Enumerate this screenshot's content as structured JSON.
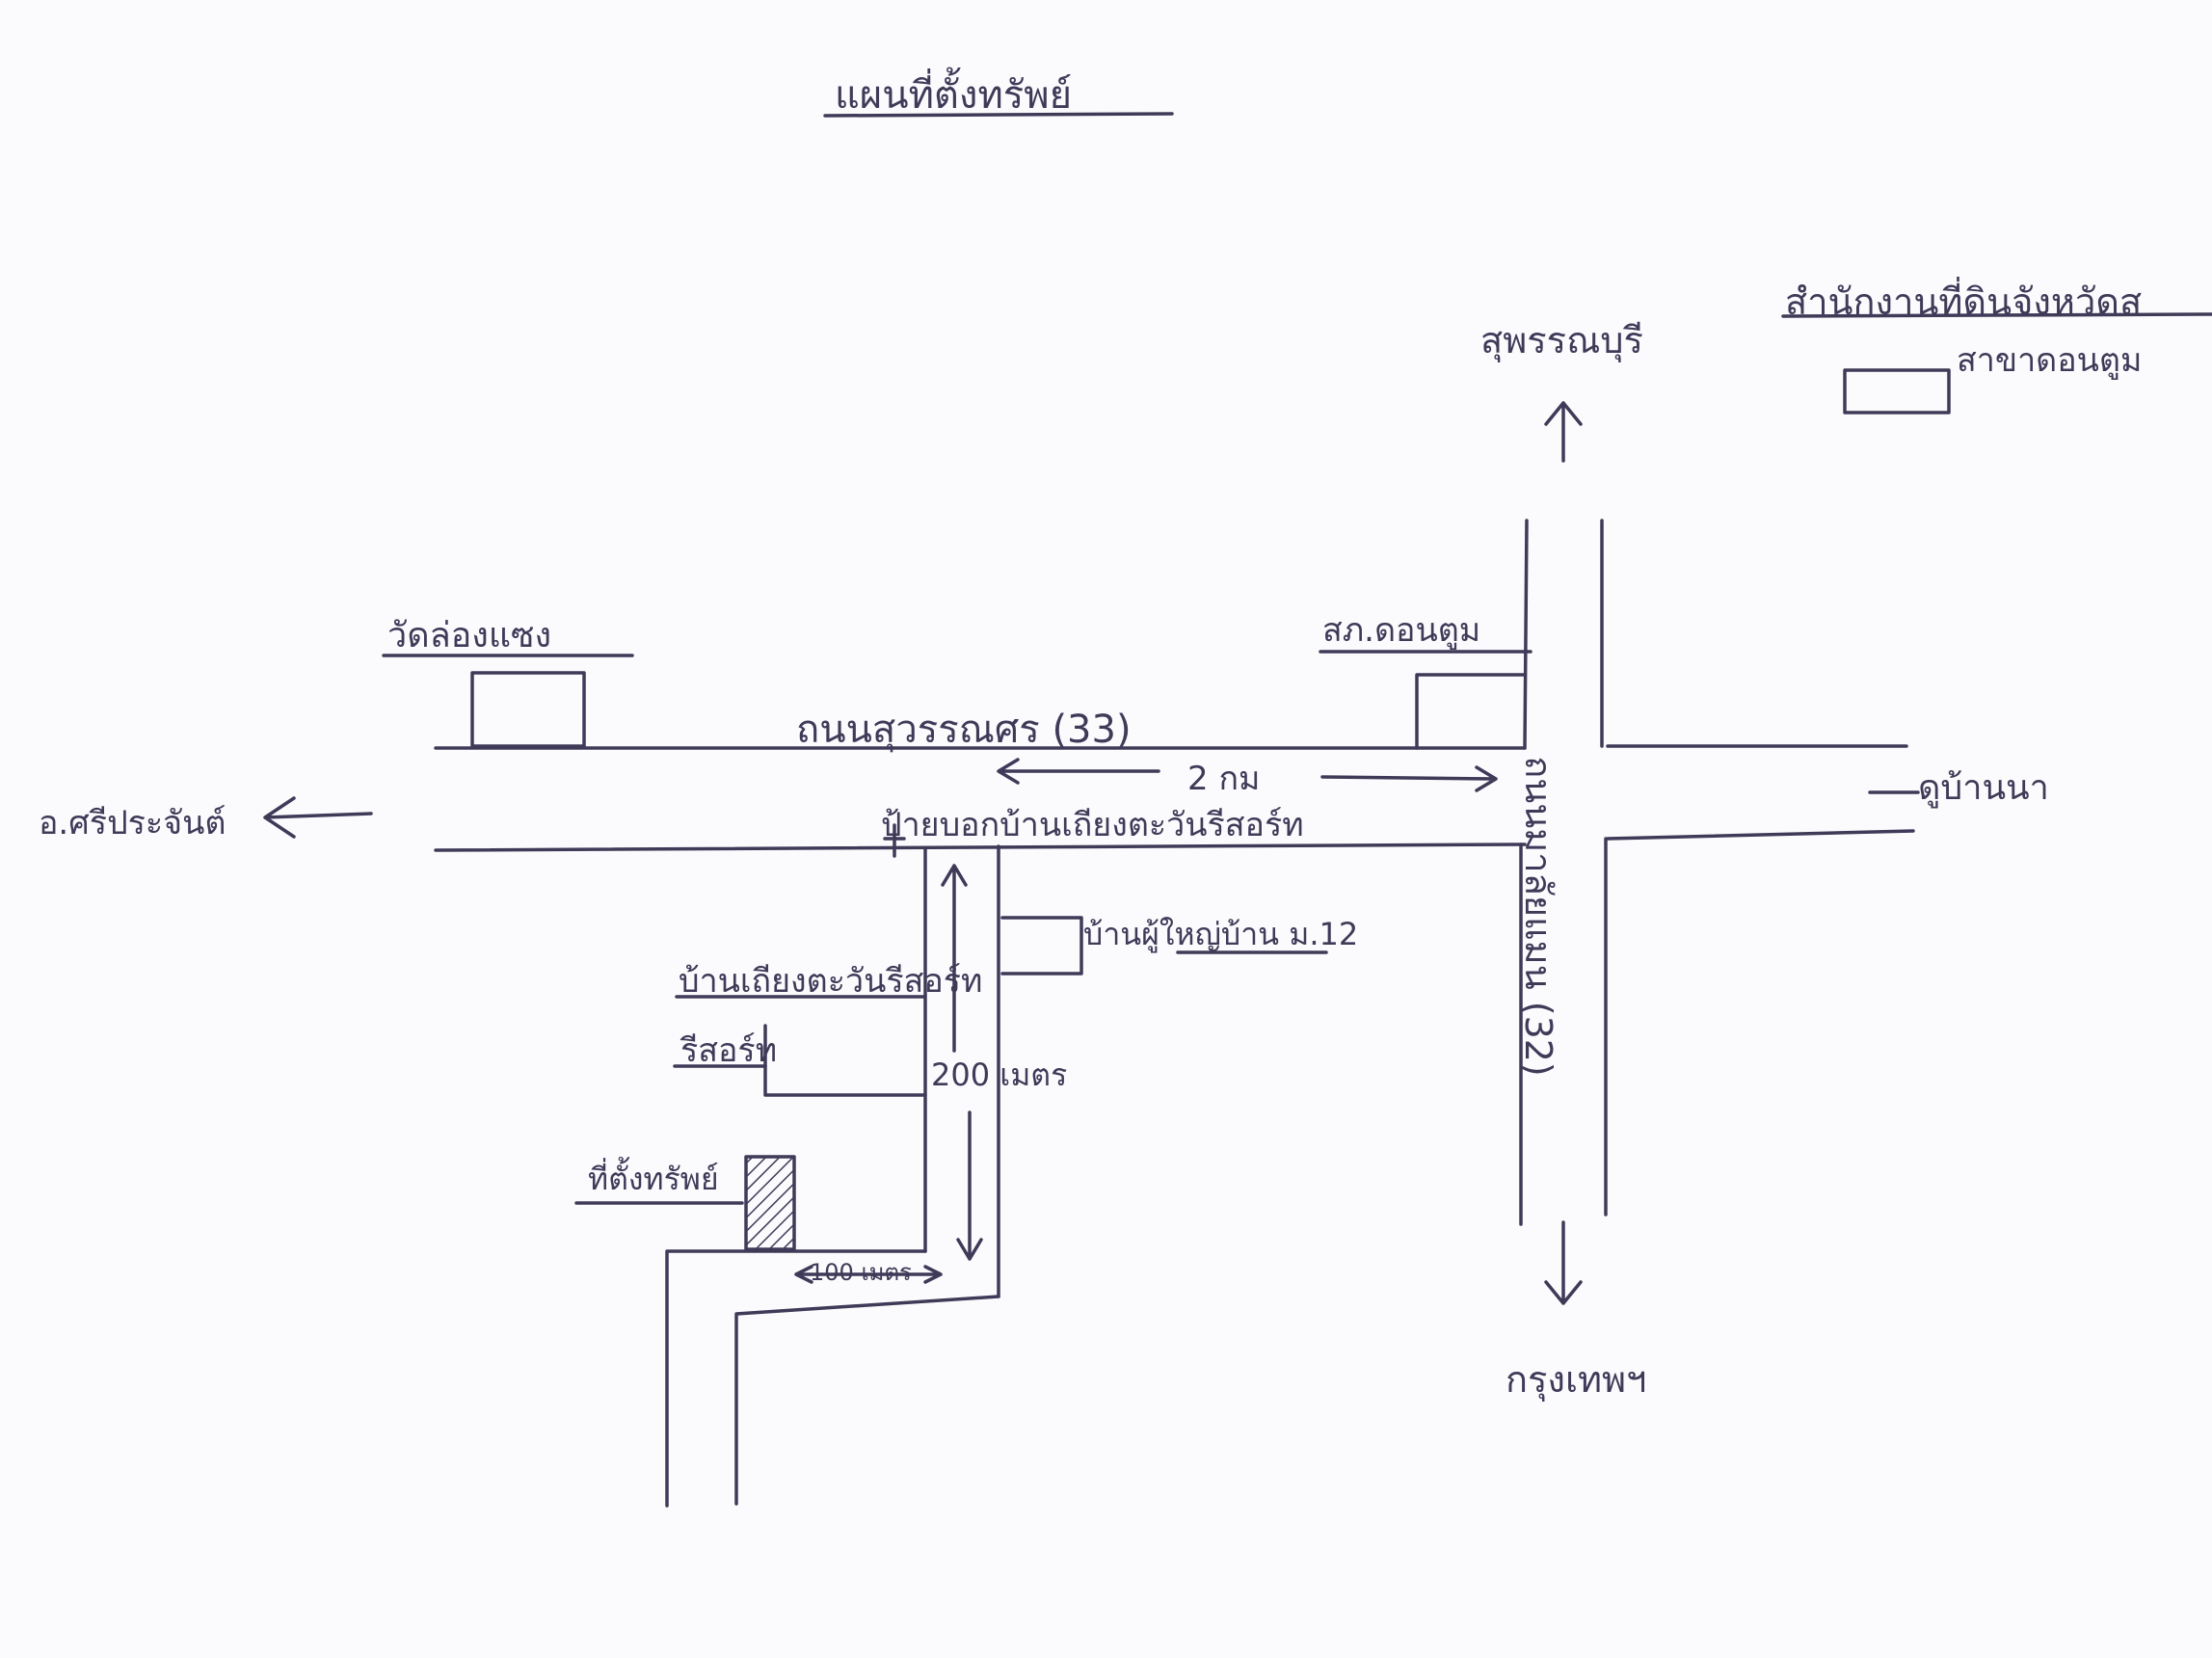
{
  "title": "แผนที่ตั้งทรัพย์",
  "legend": {
    "heading": "สำนักงานที่ดินจังหวัดส",
    "box_label": "สาขาดอนตูม"
  },
  "labels": {
    "north": "สุพรรณบุรี",
    "south": "กรุงเทพฯ",
    "west": "อ.ศรีประจันต์",
    "east": "ดูบ้านนา",
    "temple": "วัดล่องแซง",
    "office_branch": "สภ.ดอนตูม",
    "road_main": "ถนนสุวรรณศร (33)",
    "distance_main": "2 กม",
    "sign": "ป้ายบอกบ้านเถียงตะวันรีสอร์ท",
    "road_vertical": "ถนนมาลัยแมน (32)",
    "house_head": "บ้านผู้ใหญ่บ้าน ม.12",
    "resort_line1": "บ้านเถียงตะวันรีสอร์ท",
    "resort_line2": "รีสอร์ท",
    "distance_lane": "200 เมตร",
    "property": "ที่ตั้งทรัพย์",
    "distance_short": "100 เมตร"
  }
}
